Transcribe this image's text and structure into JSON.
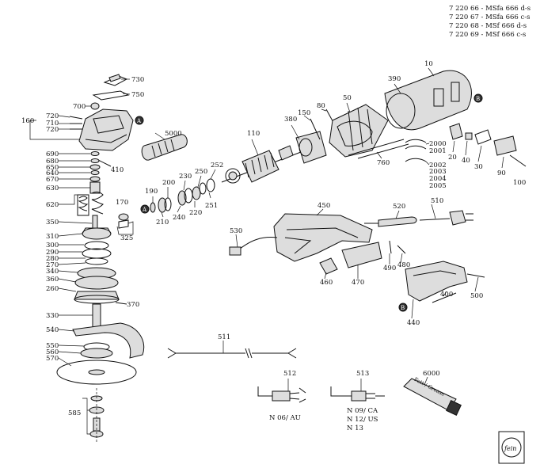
{
  "header_lines": [
    "7 220 66 - MSfa 666 d-s",
    "7 220 67 - MSfa 666 c-s",
    "7 220 68 - MSf  666 d-s",
    "7 220 69 - MSf  666 c-s"
  ],
  "labels": {
    "p730": "730",
    "p750": "750",
    "p700": "700",
    "p720a": "720",
    "p710": "710",
    "p720b": "720",
    "p160": "160",
    "pA1": "A",
    "p690": "690",
    "p680": "680",
    "p650": "650",
    "p640": "640",
    "p670": "670",
    "p630": "630",
    "p410": "410",
    "p5000": "5000",
    "p620": "620",
    "p170": "170",
    "p350": "350",
    "pA2": "A",
    "p325": "325",
    "p310": "310",
    "p300": "300",
    "p290": "290",
    "p280": "280",
    "p270": "270",
    "p340": "340",
    "p360": "360",
    "p260": "260",
    "p370": "370",
    "p330": "330",
    "p540": "540",
    "p550": "550",
    "p560": "560",
    "p570": "570",
    "p585": "585",
    "p190": "190",
    "p200": "200",
    "p230": "230",
    "p250": "250",
    "p252": "252",
    "p210": "210",
    "p240": "240",
    "p220": "220",
    "p251": "251",
    "p110": "110",
    "p380": "380",
    "p150": "150",
    "p80": "80",
    "p50": "50",
    "p390": "390",
    "p10": "10",
    "pB1": "B",
    "p760": "760",
    "p2000": "2000",
    "p2001": "2001",
    "p2002": "2002",
    "p2003": "2003",
    "p2004": "2004",
    "p2005": "2005",
    "p20": "20",
    "p40": "40",
    "p30": "30",
    "p90": "90",
    "p100": "100",
    "p450": "450",
    "p520": "520",
    "p510": "510",
    "p530": "530",
    "p490": "490",
    "p480": "480",
    "p460": "460",
    "p470": "470",
    "p400": "400",
    "p500": "500",
    "pB2": "B",
    "p440": "440",
    "p511": "511",
    "p512": "512",
    "p513": "513",
    "p6000": "6000"
  },
  "plug_labels": {
    "au": "N 06/ AU",
    "ca": "N 09/ CA",
    "us": "N 12/ US",
    "n13": "N 13"
  },
  "tube_text": "Fett / Grease",
  "logo_text": "fein"
}
